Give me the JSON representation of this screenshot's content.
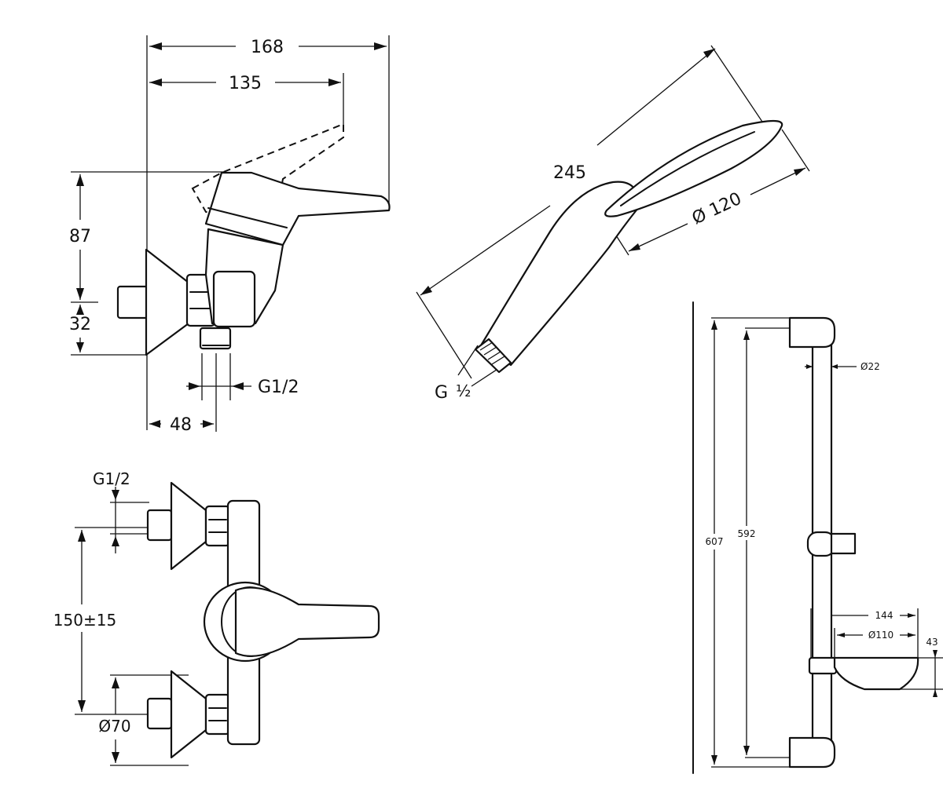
{
  "mixer_side": {
    "width_total": "168",
    "width_lever": "135",
    "height_upper": "87",
    "height_lower": "32",
    "outlet_thread": "G1/2",
    "depth": "48"
  },
  "mixer_front": {
    "inlet_thread": "G1/2",
    "centers": "150±15",
    "flange_dia": "Ø70"
  },
  "hand_shower": {
    "length": "245",
    "head_dia": "Ø 120",
    "thread_main": "G",
    "thread_frac": "½"
  },
  "rail": {
    "total": "607",
    "centers": "592",
    "bar_dia": "Ø22",
    "dish_width": "144",
    "dish_dia": "Ø110",
    "dish_height": "43"
  }
}
